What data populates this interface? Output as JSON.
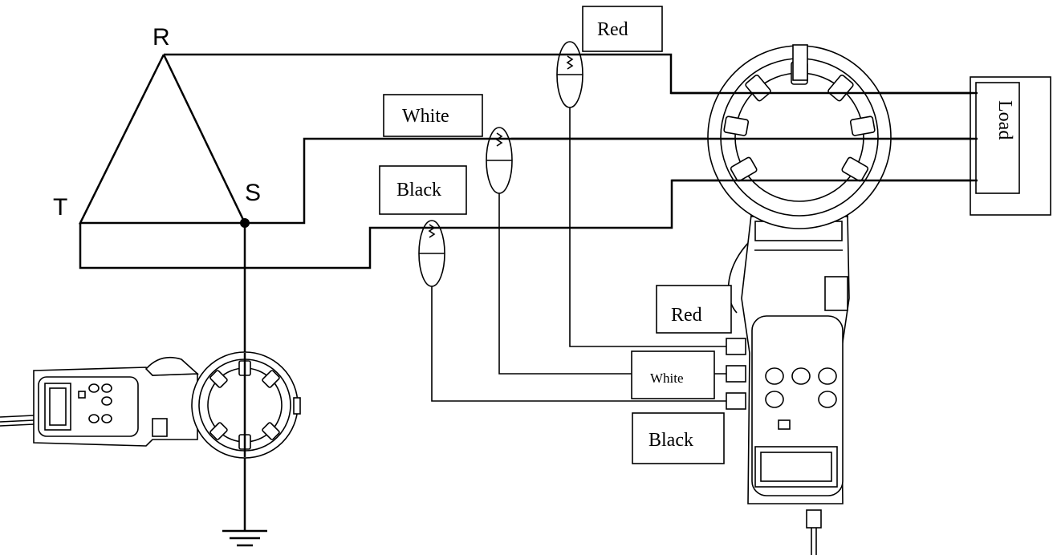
{
  "nodes": {
    "r": "R",
    "s": "S",
    "t": "T"
  },
  "clip_labels": {
    "red": "Red",
    "white": "White",
    "black": "Black"
  },
  "meter_labels": {
    "red": "Red",
    "white": "White",
    "black": "Black"
  },
  "load_label": "Load"
}
